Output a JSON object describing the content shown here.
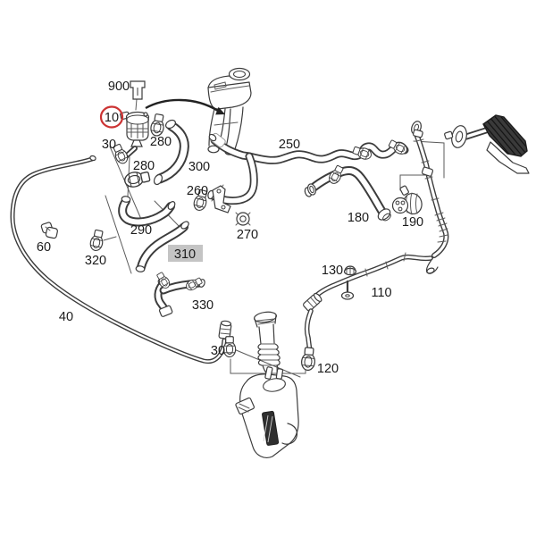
{
  "figure": {
    "background": "#ffffff"
  },
  "colors": {
    "line": "#3c3c3c",
    "label_text": "#1b1b1b",
    "highlight_box": "#c4c4c4",
    "callout_circle_red": "#cc3333",
    "hatch_dark": "#303030"
  },
  "annotations": {
    "circled_part": "10",
    "highlighted_part": "310"
  },
  "labels": [
    {
      "id": "900",
      "text": "900"
    },
    {
      "id": "10",
      "text": "10"
    },
    {
      "id": "30-upper",
      "text": "30"
    },
    {
      "id": "280-upper",
      "text": "280"
    },
    {
      "id": "280-lower",
      "text": "280"
    },
    {
      "id": "300",
      "text": "300"
    },
    {
      "id": "250",
      "text": "250"
    },
    {
      "id": "260",
      "text": "260"
    },
    {
      "id": "270",
      "text": "270"
    },
    {
      "id": "290",
      "text": "290"
    },
    {
      "id": "310",
      "text": "310"
    },
    {
      "id": "320",
      "text": "320"
    },
    {
      "id": "60",
      "text": "60"
    },
    {
      "id": "40",
      "text": "40"
    },
    {
      "id": "330",
      "text": "330"
    },
    {
      "id": "30-lower",
      "text": "30"
    },
    {
      "id": "130",
      "text": "130"
    },
    {
      "id": "110",
      "text": "110"
    },
    {
      "id": "180",
      "text": "180"
    },
    {
      "id": "190",
      "text": "190"
    },
    {
      "id": "120",
      "text": "120"
    }
  ]
}
